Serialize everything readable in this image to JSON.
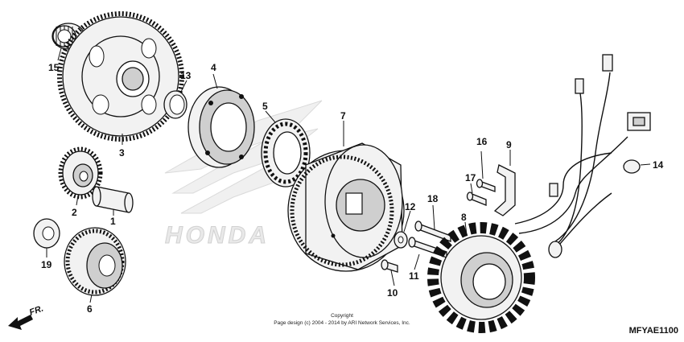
{
  "diagram": {
    "watermark_text": "HONDA",
    "diagram_code": "MFYAE1100",
    "copyright": {
      "line1": "Copyright",
      "line2": "Page design (c) 2004 - 2014 by ARI Network Services, Inc."
    },
    "front_indicator": "FR.",
    "callouts": [
      "1",
      "2",
      "3",
      "4",
      "5",
      "6",
      "7",
      "8",
      "9",
      "10",
      "11",
      "12",
      "13",
      "14",
      "15",
      "16",
      "17",
      "18",
      "19"
    ]
  }
}
